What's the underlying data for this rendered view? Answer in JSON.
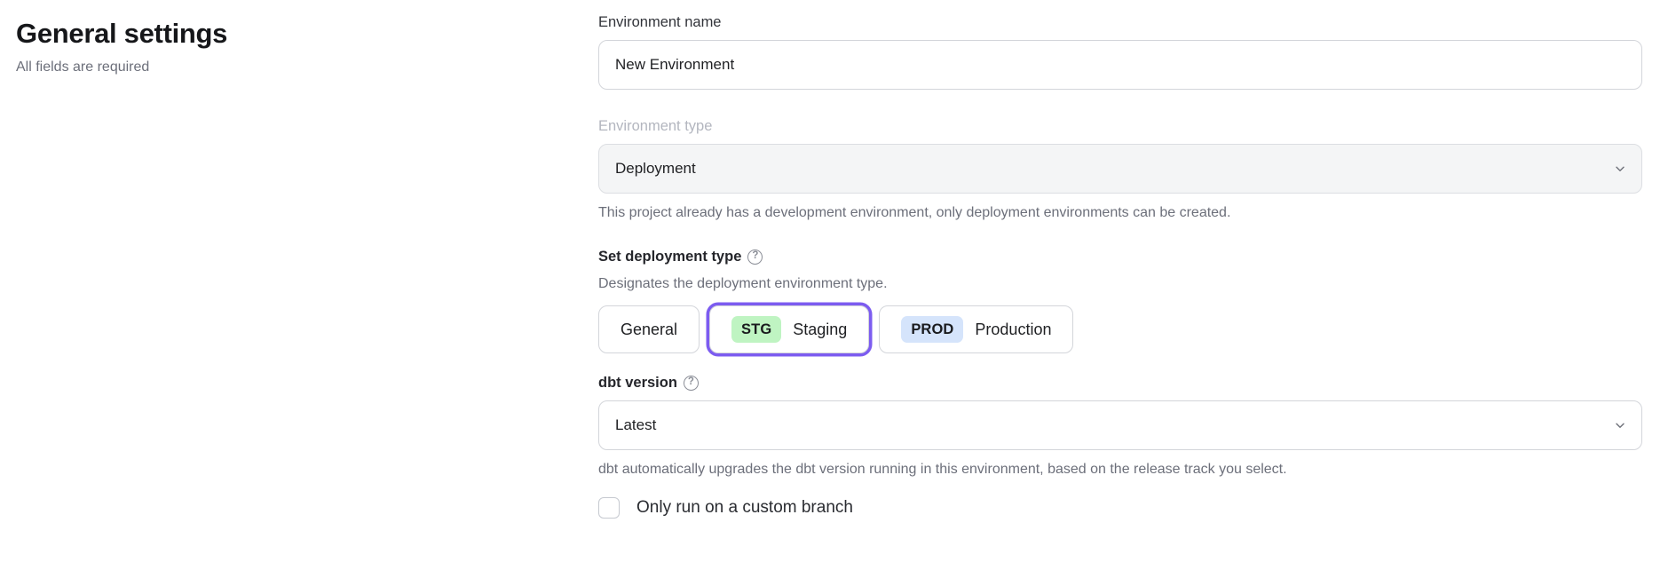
{
  "header": {
    "title": "General settings",
    "subtitle": "All fields are required"
  },
  "form": {
    "environment_name": {
      "label": "Environment name",
      "value": "New Environment",
      "placeholder": "Environment name"
    },
    "environment_type": {
      "label": "Environment type",
      "value": "Deployment",
      "disabled": true,
      "helper": "This project already has a development environment, only deployment environments can be created.",
      "chevron_icon": "chevron-down-icon"
    },
    "deployment_type": {
      "label": "Set deployment type",
      "help_icon": "help-circle-icon",
      "help_glyph": "?",
      "helper": "Designates the deployment environment type.",
      "selected": "Staging",
      "options": [
        {
          "label": "General",
          "badge": "",
          "badge_color": "",
          "selected": false
        },
        {
          "label": "Staging",
          "badge": "STG",
          "badge_color": "#bff4c2",
          "selected": true
        },
        {
          "label": "Production",
          "badge": "PROD",
          "badge_color": "#d5e4fb",
          "selected": false
        }
      ]
    },
    "dbt_version": {
      "label": "dbt version",
      "help_icon": "help-circle-icon",
      "help_glyph": "?",
      "value": "Latest",
      "helper": "dbt automatically upgrades the dbt version running in this environment, based on the release track you select.",
      "chevron_icon": "chevron-down-icon"
    },
    "custom_branch": {
      "label": "Only run on a custom branch",
      "checked": false
    }
  },
  "colors": {
    "accent_focus": "#7c5cf0",
    "badge_staging": "#bff4c2",
    "badge_production": "#d5e4fb",
    "text_primary": "#1f2023",
    "text_muted": "#6c6f7a",
    "border": "#d3d5da",
    "disabled_bg": "#f4f5f6"
  }
}
